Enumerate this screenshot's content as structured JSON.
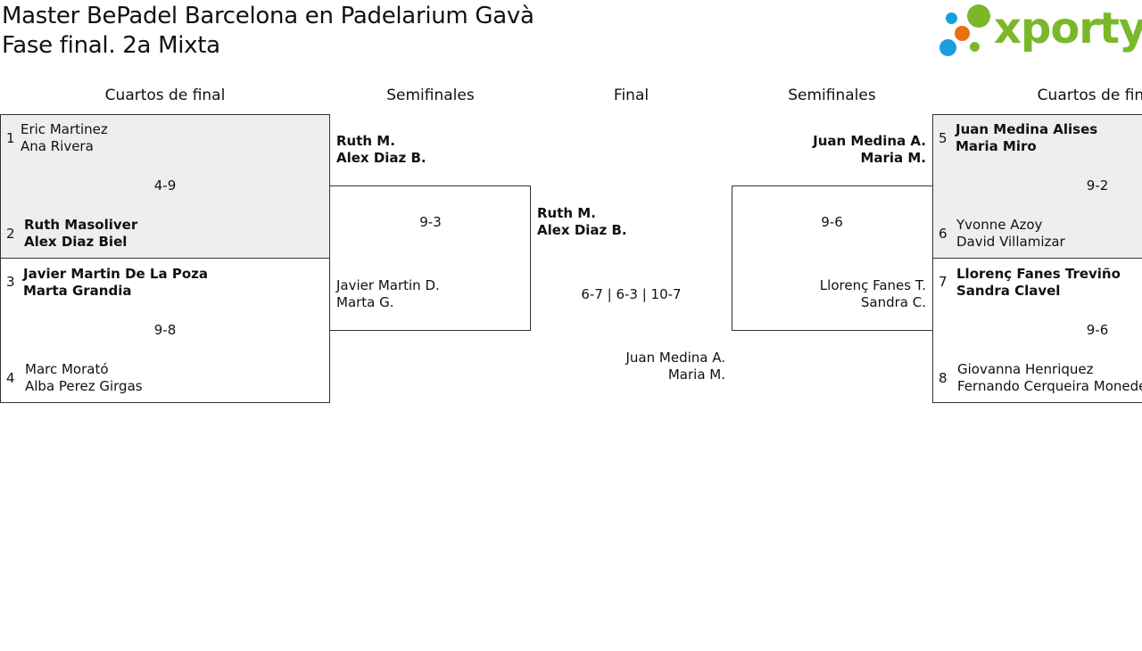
{
  "header": {
    "title_line1": "Master BePadel Barcelona en Padelarium Gavà",
    "title_line2": "Fase final. 2a Mixta",
    "logo_text": "xporty",
    "colors": {
      "logo_green": "#7ab829",
      "logo_blue": "#1a9ee0",
      "logo_orange": "#e8700f"
    }
  },
  "rounds": {
    "left_qf": "Cuartos de final",
    "left_sf": "Semifinales",
    "final": "Final",
    "right_sf": "Semifinales",
    "right_qf": "Cuartos de final"
  },
  "quarterfinals_left": [
    {
      "score": "4-9",
      "top": {
        "seed": "1",
        "p1": "Eric Martinez",
        "p2": "Ana Rivera"
      },
      "bottom": {
        "seed": "2",
        "p1": "Ruth Masoliver",
        "p2": "Alex Diaz Biel"
      }
    },
    {
      "score": "9-8",
      "top": {
        "seed": "3",
        "p1": "Javier Martin De La Poza",
        "p2": "Marta Grandia"
      },
      "bottom": {
        "seed": "4",
        "p1": "Marc Morató",
        "p2": "Alba Perez Girgas"
      }
    }
  ],
  "quarterfinals_right": [
    {
      "score": "9-2",
      "top": {
        "seed": "5",
        "p1": "Juan Medina Alises",
        "p2": "Maria Miro"
      },
      "bottom": {
        "seed": "6",
        "p1": "Yvonne Azoy",
        "p2": "David Villamizar"
      }
    },
    {
      "score": "9-6",
      "top": {
        "seed": "7",
        "p1": "Llorenç Fanes Treviño",
        "p2": "Sandra Clavel"
      },
      "bottom": {
        "seed": "8",
        "p1": "Giovanna Henriquez",
        "p2": "Fernando Cerqueira Monedero"
      }
    }
  ],
  "semifinal_left": {
    "score": "9-3",
    "top": {
      "p1": "Ruth M.",
      "p2": "Alex Diaz B."
    },
    "bottom": {
      "p1": "Javier Martin D.",
      "p2": "Marta G."
    }
  },
  "semifinal_right": {
    "score": "9-6",
    "top": {
      "p1": "Juan Medina A.",
      "p2": "Maria M."
    },
    "bottom": {
      "p1": "Llorenç Fanes T.",
      "p2": "Sandra C."
    }
  },
  "final": {
    "score": "6-7 | 6-3 | 10-7",
    "top": {
      "p1": "Ruth M.",
      "p2": "Alex Diaz B."
    },
    "bottom": {
      "p1": "Juan Medina A.",
      "p2": "Maria M."
    }
  }
}
